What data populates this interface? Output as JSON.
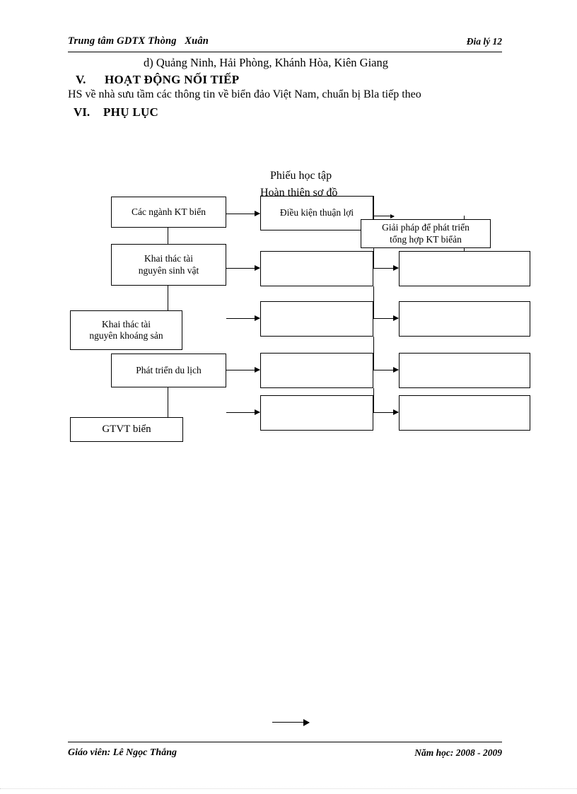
{
  "header": {
    "left": "Trung tâm GDTX Thòng   Xuân",
    "right": "Đia lý 12"
  },
  "body_lines": {
    "answer_d": "d) Quảng Ninh, Hải Phòng, Khánh Hòa, Kiên Giang",
    "section_v_num": "V.",
    "section_v_title": "HOẠT ĐỘNG NỐI TIẾP",
    "homework": "HS về nhà sưu tầm các thông tin về biển đảo Việt Nam, chuẩn bị Bla tiếp theo",
    "section_vi_num": "VI.",
    "section_vi_title": "PHỤ LỤC"
  },
  "worksheet": {
    "title_line1": "Phiếu học tập",
    "title_line2": "Hoàn thiện sơ đồ",
    "left_column": [
      {
        "label": "Các ngành KT biển"
      },
      {
        "label": "Khai thác tài\nnguyên sinh vật"
      },
      {
        "label": "Khai thác tài\nnguyên khoáng sản"
      },
      {
        "label": "Phát triển du lịch"
      },
      {
        "label": "GTVT biển"
      }
    ],
    "middle_column": [
      {
        "label": "Điều kiện thuận lợi"
      },
      {
        "label": ""
      },
      {
        "label": ""
      },
      {
        "label": ""
      },
      {
        "label": ""
      }
    ],
    "right_column": [
      {
        "label": "Giải pháp để phát triển\ntổng hợp KT biểản"
      },
      {
        "label": ""
      },
      {
        "label": ""
      },
      {
        "label": ""
      },
      {
        "label": ""
      }
    ]
  },
  "footer": {
    "left": "Giáo viên: Lê Ngọc Thắng",
    "right": "Năm học: 2008 - 2009"
  },
  "colors": {
    "ink": "#000000",
    "paper": "#ffffff"
  }
}
